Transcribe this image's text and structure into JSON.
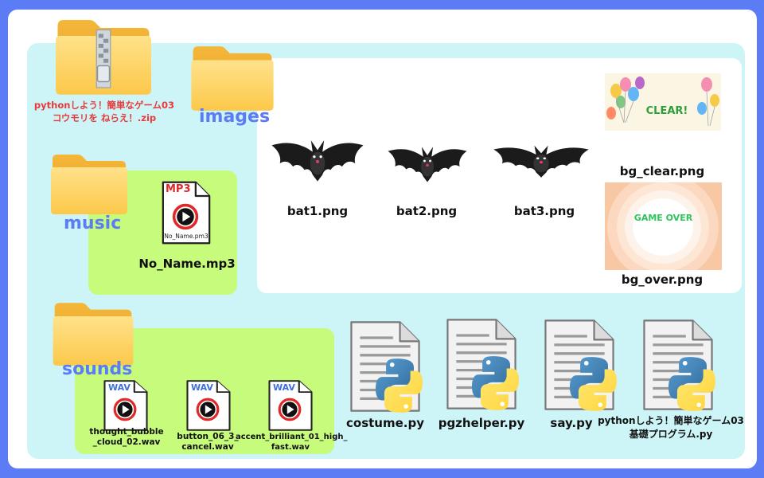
{
  "zip": {
    "name_line1": "pythonしよう！簡単なゲーム03",
    "name_line2": "コウモリを ねらえ！.zip"
  },
  "folders": {
    "images": "images",
    "music": "music",
    "sounds": "sounds"
  },
  "images_files": {
    "bat1": "bat1.png",
    "bat2": "bat2.png",
    "bat3": "bat3.png",
    "bg_clear": "bg_clear.png",
    "bg_over": "bg_over.png",
    "bg_clear_text": "CLEAR!",
    "bg_over_text": "GAME OVER"
  },
  "music_files": {
    "mp3_badge": "MP3",
    "mp3_inner_name": "No_Name.pm3",
    "mp3_name": "No_Name.mp3"
  },
  "sound_files": [
    {
      "badge": "WAV",
      "line1": "thought_bubble",
      "line2": "_cloud_02.wav"
    },
    {
      "badge": "WAV",
      "line1": "button_06_3_",
      "line2": "cancel.wav"
    },
    {
      "badge": "WAV",
      "line1": "accent_brilliant_01_high_",
      "line2": "fast.wav"
    }
  ],
  "py_files": [
    {
      "line1": "costume.py",
      "line2": ""
    },
    {
      "line1": "pgzhelper.py",
      "line2": ""
    },
    {
      "line1": "say.py",
      "line2": ""
    },
    {
      "line1": "pythonしよう！簡単なゲーム03",
      "line2": "基礎プログラム.py"
    }
  ],
  "colors": {
    "frame": "#5b7cf5",
    "cyan_panel": "#cdf5f8",
    "green_panel": "#c6fb7c",
    "folder_label": "#5b7cf5",
    "zip_label": "#e83a3a"
  }
}
